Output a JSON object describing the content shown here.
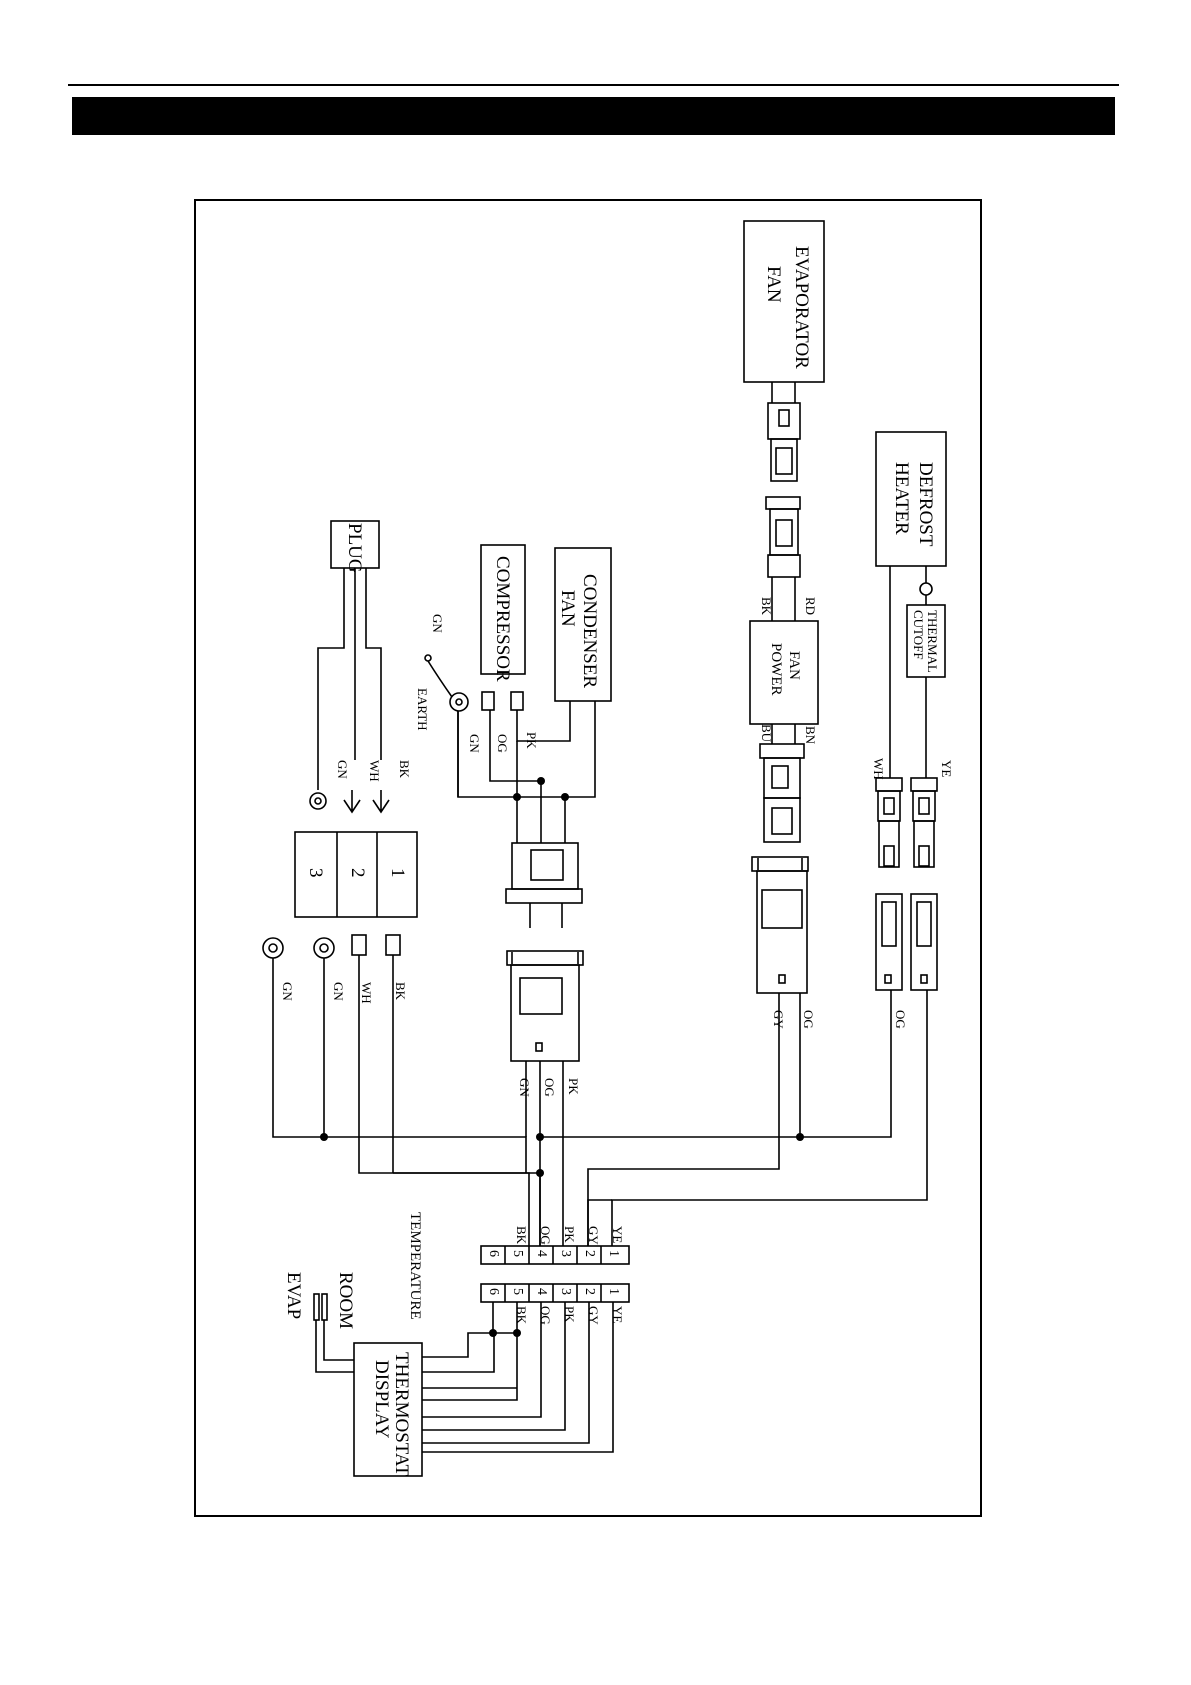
{
  "components": {
    "evaporator_fan": [
      "EVAPORATOR",
      "FAN"
    ],
    "defrost_heater": [
      "DEFROST",
      "HEATER"
    ],
    "thermal_cutoff": [
      "THERMAL",
      "CUTOFF"
    ],
    "fan_power": [
      "FAN",
      "POWER"
    ],
    "condenser_fan": [
      "CONDENSER",
      "FAN"
    ],
    "compressor": "COMPRESSOR",
    "plug": "PLUG",
    "thermostat_display": [
      "THERMOSTAT",
      "DISPLAY"
    ],
    "temperature": "TEMPERATURE",
    "room": "ROOM",
    "evap": "EVAP",
    "earth": "EARTH"
  },
  "wire_colors": {
    "fan_power_top": [
      "RD",
      "BK"
    ],
    "fan_power_bottom": [
      "BN",
      "BU"
    ],
    "heater_left": "WH",
    "heater_right": "YE",
    "compressor_wires": [
      "PK",
      "OG",
      "GN"
    ],
    "earth_lead": "GN",
    "plug_wires": [
      "BK",
      "WH",
      "GN"
    ],
    "main_left": [
      "GN",
      "GN",
      "WH",
      "BK"
    ],
    "main_center": [
      "GN",
      "OG",
      "PK"
    ],
    "main_fan": [
      "GY",
      "OG"
    ],
    "main_heater": "OG",
    "top_connector": [
      "YE",
      "GY",
      "PK",
      "OG",
      "BK"
    ],
    "bottom_connector": [
      "YE",
      "GY",
      "PK",
      "OG",
      "BK"
    ]
  },
  "terminal_block": [
    "1",
    "2",
    "3"
  ],
  "connector_pins": [
    "1",
    "2",
    "3",
    "4",
    "5",
    "6"
  ]
}
